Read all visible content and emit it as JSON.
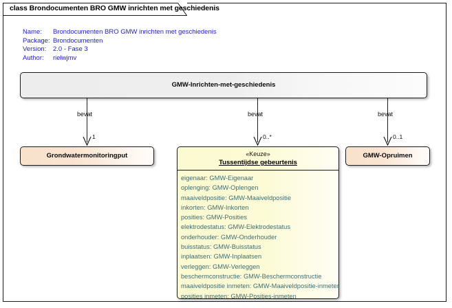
{
  "diagram": {
    "tab_title": "class Brondocumenten BRO GMW inrichten met geschiedenis",
    "metadata": [
      {
        "key": "Name:",
        "value": "Brondocumenten BRO GMW inrichten met geschiedenis"
      },
      {
        "key": "Package:",
        "value": "Brondocumenten"
      },
      {
        "key": "Version:",
        "value": "2.0 - Fase 3"
      },
      {
        "key": "Author:",
        "value": "rielwjmv"
      }
    ],
    "meta_color": "#2323d0"
  },
  "classes": {
    "root": {
      "name": "GMW-Inrichten-met-geschiedenis"
    },
    "grondwatermonitoringput": {
      "name": "Grondwatermonitoringput"
    },
    "opruimen": {
      "name": "GMW-Opruimen"
    },
    "keuze": {
      "stereotype": "«Keuze»",
      "name": "Tussentijdse gebeurtenis",
      "attributes": [
        "eigenaar: GMW-Eigenaar",
        "oplenging: GMW-Oplengen",
        "maaiveldpositie: GMW-Maaiveldpositie",
        "inkorten: GMW-Inkorten",
        "posities: GMW-Posities",
        "elektrodestatus: GMW-Elektrodestatus",
        "onderhouder: GMW-Onderhouder",
        "buisstatus: GMW-Buisstatus",
        "inplaatsen: GMW-Inplaatsen",
        "verleggen: GMW-Verleggen",
        "beschermconstructie: GMW-Beschermconstructie",
        "maaiveldpositie inmeten: GMW-Maaiveldpositie-inmeten",
        "posities inmeten: GMW-Posities-inmeten"
      ],
      "attr_color": "#3d6f77"
    }
  },
  "connectors": [
    {
      "label": "bevat",
      "multiplicity": "1"
    },
    {
      "label": "bevat",
      "multiplicity": "0..*"
    },
    {
      "label": "bevat",
      "multiplicity": "0..1"
    }
  ]
}
